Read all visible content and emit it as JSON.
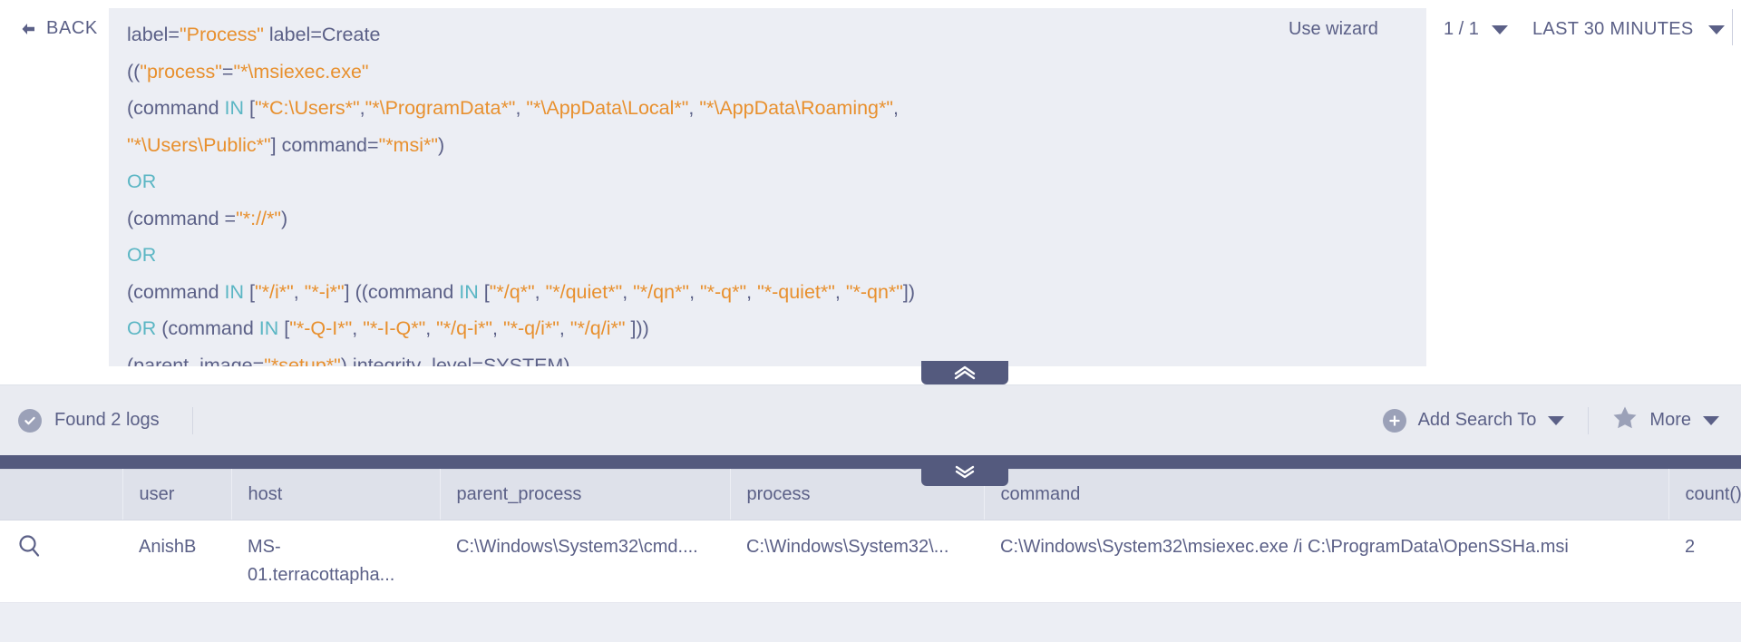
{
  "header": {
    "back_label": "BACK",
    "back_icon": "arrow-left-icon",
    "use_wizard_label": "Use wizard",
    "pager_value": "1 / 1",
    "pager_caret_icon": "caret-down-icon",
    "time_range_label": "LAST 30 MINUTES",
    "time_range_caret_icon": "caret-down-icon"
  },
  "query": {
    "lines": [
      [
        {
          "t": "label=",
          "c": "pln"
        },
        {
          "t": "\"Process\"",
          "c": "str"
        },
        {
          "t": " label=Create",
          "c": "pln"
        }
      ],
      [
        {
          "t": "((",
          "c": "pln"
        },
        {
          "t": "\"process\"",
          "c": "str"
        },
        {
          "t": "=",
          "c": "pln"
        },
        {
          "t": "\"*\\msiexec.exe\"",
          "c": "str"
        }
      ],
      [
        {
          "t": "(command ",
          "c": "pln"
        },
        {
          "t": "IN",
          "c": "kw"
        },
        {
          "t": " [",
          "c": "pln"
        },
        {
          "t": "\"*C:\\Users*\"",
          "c": "str"
        },
        {
          "t": ",",
          "c": "pln"
        },
        {
          "t": "\"*\\ProgramData*\"",
          "c": "str"
        },
        {
          "t": ", ",
          "c": "pln"
        },
        {
          "t": "\"*\\AppData\\Local*\"",
          "c": "str"
        },
        {
          "t": ", ",
          "c": "pln"
        },
        {
          "t": "\"*\\AppData\\Roaming*\"",
          "c": "str"
        },
        {
          "t": ",",
          "c": "pln"
        }
      ],
      [
        {
          "t": "\"*\\Users\\Public*\"",
          "c": "str"
        },
        {
          "t": "] command=",
          "c": "pln"
        },
        {
          "t": "\"*msi*\"",
          "c": "str"
        },
        {
          "t": ")",
          "c": "pln"
        }
      ],
      [
        {
          "t": "OR",
          "c": "kw"
        }
      ],
      [
        {
          "t": "(command =",
          "c": "pln"
        },
        {
          "t": "\"*://*\"",
          "c": "str"
        },
        {
          "t": ")",
          "c": "pln"
        }
      ],
      [
        {
          "t": "OR",
          "c": "kw"
        }
      ],
      [
        {
          "t": "(command ",
          "c": "pln"
        },
        {
          "t": "IN",
          "c": "kw"
        },
        {
          "t": " [",
          "c": "pln"
        },
        {
          "t": "\"*/i*\"",
          "c": "str"
        },
        {
          "t": ", ",
          "c": "pln"
        },
        {
          "t": "\"*-i*\"",
          "c": "str"
        },
        {
          "t": "] ((command ",
          "c": "pln"
        },
        {
          "t": "IN",
          "c": "kw"
        },
        {
          "t": " [",
          "c": "pln"
        },
        {
          "t": "\"*/q*\"",
          "c": "str"
        },
        {
          "t": ", ",
          "c": "pln"
        },
        {
          "t": "\"*/quiet*\"",
          "c": "str"
        },
        {
          "t": ", ",
          "c": "pln"
        },
        {
          "t": "\"*/qn*\"",
          "c": "str"
        },
        {
          "t": ", ",
          "c": "pln"
        },
        {
          "t": "\"*-q*\"",
          "c": "str"
        },
        {
          "t": ", ",
          "c": "pln"
        },
        {
          "t": "\"*-quiet*\"",
          "c": "str"
        },
        {
          "t": ", ",
          "c": "pln"
        },
        {
          "t": "\"*-qn*\"",
          "c": "str"
        },
        {
          "t": "])",
          "c": "pln"
        }
      ],
      [
        {
          "t": "OR",
          "c": "kw"
        },
        {
          "t": " (command ",
          "c": "pln"
        },
        {
          "t": "IN",
          "c": "kw"
        },
        {
          "t": " [",
          "c": "pln"
        },
        {
          "t": "\"*-Q-I*\"",
          "c": "str"
        },
        {
          "t": ", ",
          "c": "pln"
        },
        {
          "t": "\"*-I-Q*\"",
          "c": "str"
        },
        {
          "t": ", ",
          "c": "pln"
        },
        {
          "t": "\"*/q-i*\"",
          "c": "str"
        },
        {
          "t": ", ",
          "c": "pln"
        },
        {
          "t": "\"*-q/i*\"",
          "c": "str"
        },
        {
          "t": ", ",
          "c": "pln"
        },
        {
          "t": "\"*/q/i*\"",
          "c": "str"
        },
        {
          "t": " ]))",
          "c": "pln"
        }
      ],
      [
        {
          "t": "(parent_image=",
          "c": "pln"
        },
        {
          "t": "\"*setup*\"",
          "c": "str"
        },
        {
          "t": ") integrity_level=SYSTEM)",
          "c": "pln"
        }
      ]
    ],
    "colors": {
      "string": "#e8902e",
      "keyword": "#5bb6c4",
      "plain": "#5b6087",
      "panel_bg": "#eceef4"
    }
  },
  "collapse": {
    "up_icon": "chevron-double-up-icon",
    "down_icon": "chevron-double-down-icon"
  },
  "results_bar": {
    "status_icon": "check-circle-icon",
    "status_text": "Found 2 logs",
    "add_search_icon": "plus-circle-icon",
    "add_search_label": "Add Search To",
    "add_search_caret_icon": "caret-down-icon",
    "more_icon": "star-icon",
    "more_label": "More",
    "more_caret_icon": "caret-down-icon"
  },
  "table": {
    "columns": [
      "",
      "user",
      "host",
      "parent_process",
      "process",
      "command",
      "count()"
    ],
    "rows": [
      {
        "row_icon": "search-icon",
        "user": "AnishB",
        "host": "MS-01.terracottapha...",
        "parent_process": "C:\\Windows\\System32\\cmd....",
        "process": "C:\\Windows\\System32\\...",
        "command": "C:\\Windows\\System32\\msiexec.exe /i C:\\ProgramData\\OpenSSHa.msi",
        "count": "2"
      }
    ]
  }
}
